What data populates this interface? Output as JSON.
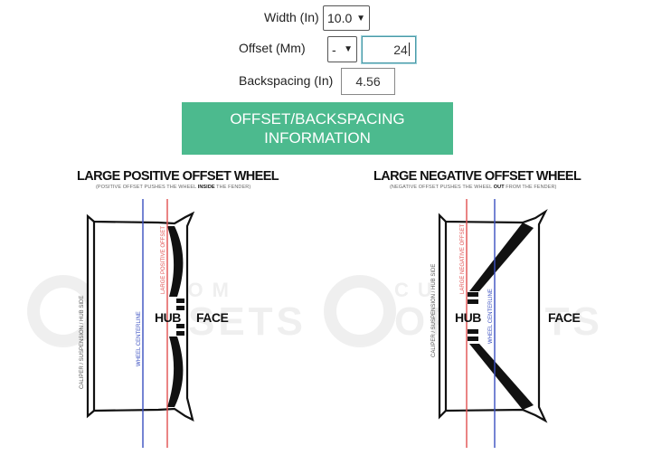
{
  "form": {
    "width_label": "Width (In)",
    "width_value": "10.0",
    "offset_label": "Offset (Mm)",
    "offset_sign": "-",
    "offset_value": "24",
    "backspacing_label": "Backspacing (In)",
    "backspacing_value": "4.56",
    "button_line1": "OFFSET/BACKSPACING",
    "button_line2": "INFORMATION"
  },
  "left_wheel": {
    "title": "LARGE POSITIVE OFFSET WHEEL",
    "sub_before": "(POSITIVE OFFSET PUSHES THE WHEEL ",
    "sub_bold": "INSIDE",
    "sub_after": " THE FENDER)",
    "caliper_label": "CALIPER / SUSPENSION / HUB SIDE",
    "centerline_label": "WHEEL CENTERLINE",
    "offset_label": "LARGE POSITIVE OFFSET",
    "hub": "HUB",
    "face": "FACE"
  },
  "right_wheel": {
    "title": "LARGE NEGATIVE OFFSET WHEEL",
    "sub_before": "(NEGATIVE OFFSET PUSHES THE WHEEL ",
    "sub_bold": "OUT",
    "sub_after": " FROM THE FENDER)",
    "caliper_label": "CALIPER / SUSPENSION / HUB SIDE",
    "centerline_label": "WHEEL CENTERLINE",
    "offset_label": "LARGE NEGATIVE OFFSET",
    "hub": "HUB",
    "face": "FACE"
  },
  "watermark": {
    "top": "CUSTOM",
    "bottom": "OFFSETS"
  },
  "colors": {
    "button": "#4cba8e",
    "centerline": "#3a4fc0",
    "offset_line": "#e05050"
  }
}
